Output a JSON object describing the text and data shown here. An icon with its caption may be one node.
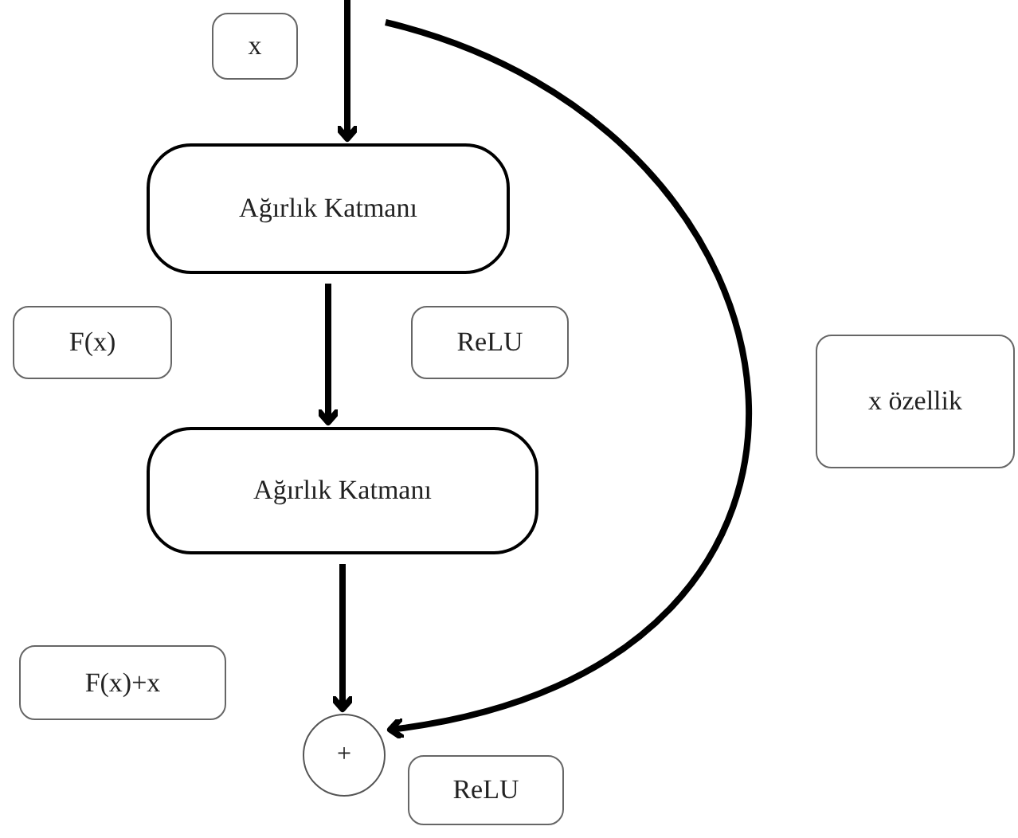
{
  "diagram": {
    "nodes": [
      {
        "text": [
          "x"
        ]
      },
      {
        "text": [
          "Ağırlık Katmanı"
        ]
      },
      {
        "text": [
          "F(x)"
        ]
      },
      {
        "text": [
          "ReLU"
        ]
      },
      {
        "text": [
          "Ağırlık Katmanı"
        ]
      },
      {
        "text": [
          "x özellik"
        ]
      },
      {
        "text": [
          "F(x)+x"
        ]
      },
      {
        "text": [
          "+"
        ]
      },
      {
        "text": [
          "ReLU"
        ]
      }
    ],
    "edges": [
      {
        "from": null,
        "to": 1,
        "arrow": "to"
      },
      {
        "from": 1,
        "to": 4,
        "arrow": "to"
      },
      {
        "from": 4,
        "to": 7,
        "arrow": "to"
      },
      {
        "from": null,
        "to": 7,
        "arrow": "to"
      }
    ]
  }
}
